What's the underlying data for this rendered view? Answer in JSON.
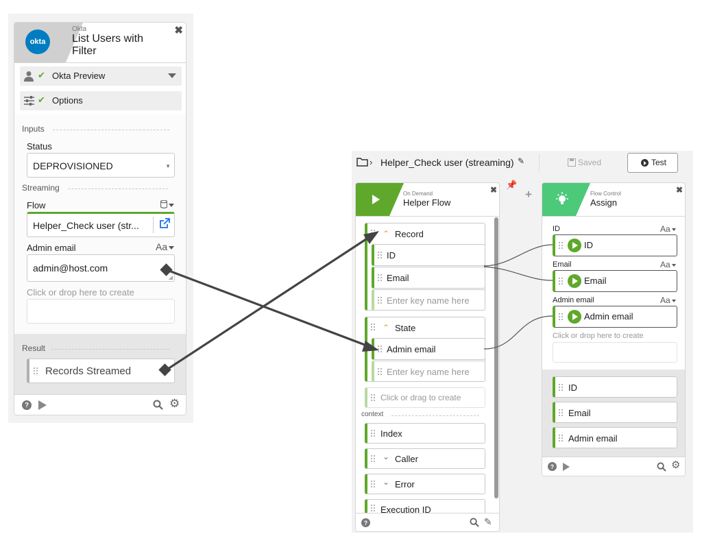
{
  "okta_card": {
    "app_name": "Okta",
    "title_line1": "List Users with",
    "title_line2": "Filter",
    "logo_text": "okta",
    "connection": "Okta Preview",
    "options": "Options",
    "inputs_label": "Inputs",
    "status_label": "Status",
    "status_value": "DEPROVISIONED",
    "streaming_label": "Streaming",
    "flow_label": "Flow",
    "flow_value": "Helper_Check user (str...",
    "admin_email_label": "Admin email",
    "admin_email_type": "Aa",
    "admin_email_value": "admin@host.com",
    "create_hint": "Click or drop here to create",
    "result_label": "Result",
    "result_field": "Records Streamed"
  },
  "toolbar": {
    "breadcrumb": "Helper_Check user (streaming)",
    "saved_label": "Saved",
    "test_label": "Test"
  },
  "helper_card": {
    "category": "On Demand",
    "title": "Helper Flow",
    "record_label": "Record",
    "record_fields": [
      "ID",
      "Email"
    ],
    "record_placeholder": "Enter key name here",
    "state_label": "State",
    "state_fields": [
      "Admin email"
    ],
    "state_placeholder": "Enter key name here",
    "create_hint": "Click or drag to create",
    "context_label": "context",
    "context_items": [
      "Index",
      "Caller",
      "Error",
      "Execution ID"
    ]
  },
  "assign_card": {
    "category": "Flow Control",
    "title": "Assign",
    "inputs": [
      {
        "label": "ID",
        "type": "Aa",
        "value": "ID"
      },
      {
        "label": "Email",
        "type": "Aa",
        "value": "Email"
      },
      {
        "label": "Admin email",
        "type": "Aa",
        "value": "Admin email"
      }
    ],
    "create_hint": "Click or drop here to create",
    "outputs": [
      "ID",
      "Email",
      "Admin email"
    ]
  },
  "colors": {
    "green": "#5fa82b",
    "assign_green": "#4cc979",
    "okta_blue": "#007dc1",
    "link_blue": "#1a73e8"
  }
}
